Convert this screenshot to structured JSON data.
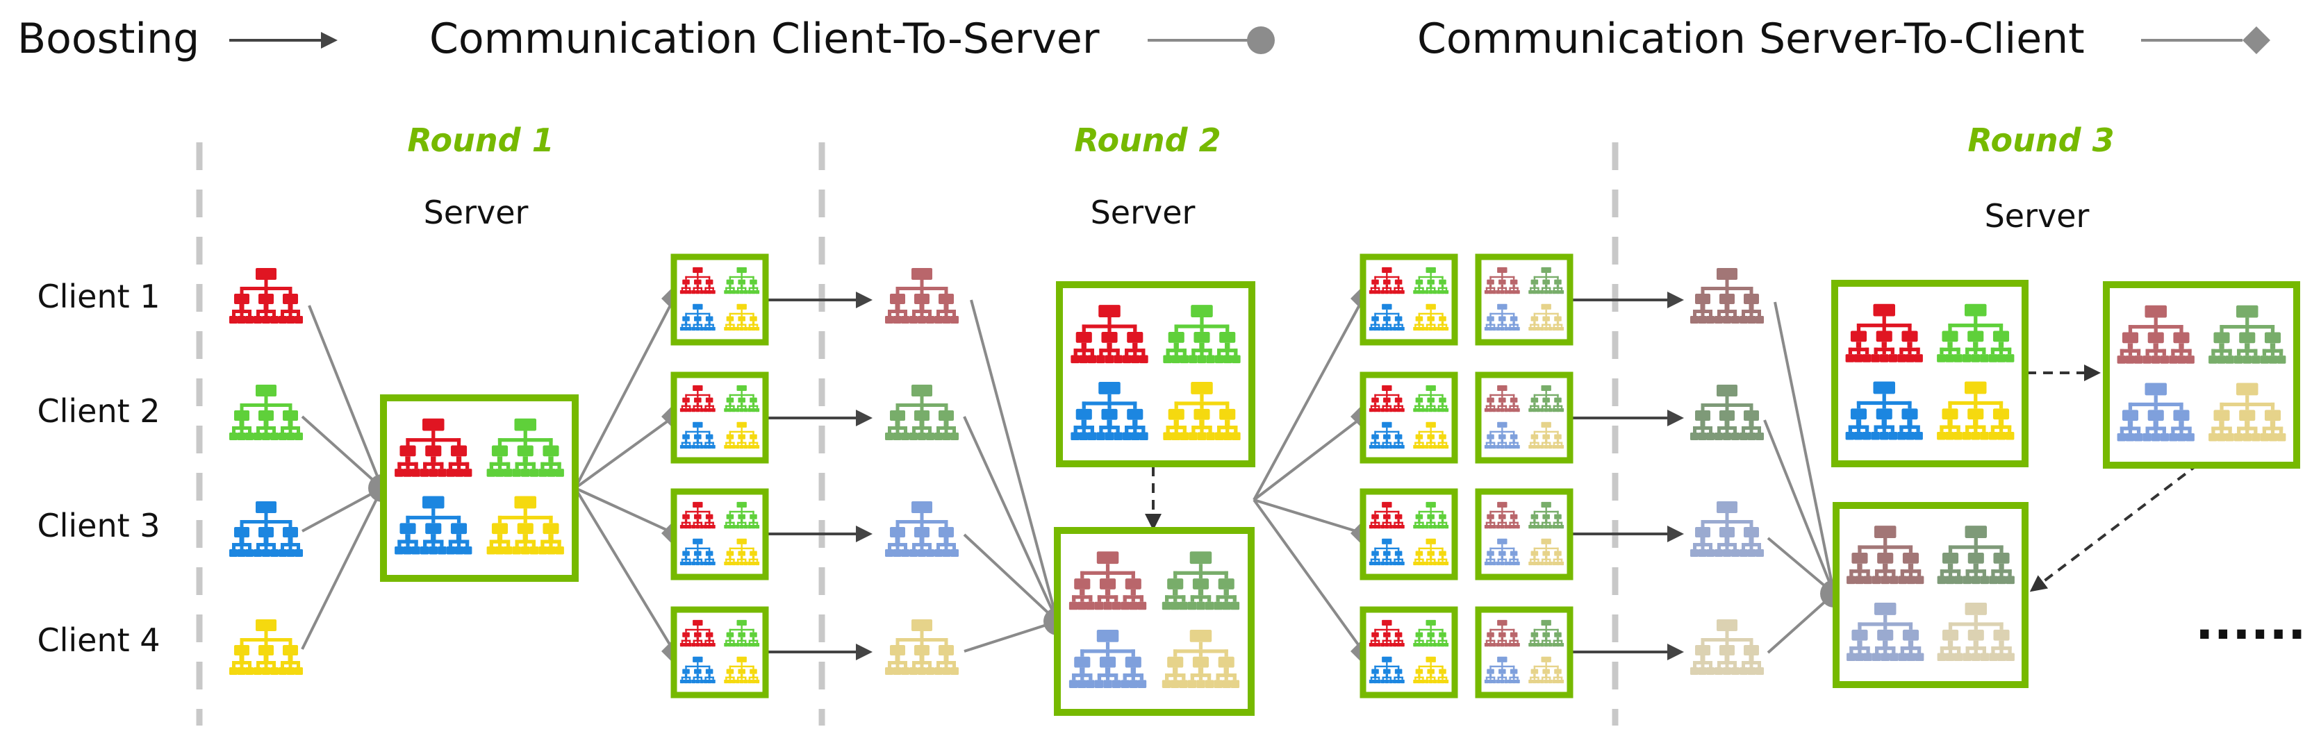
{
  "legend": {
    "boosting": "Boosting",
    "client_to_server": "Communication Client-To-Server",
    "server_to_client": "Communication Server-To-Client"
  },
  "rounds": [
    "Round 1",
    "Round 2",
    "Round 3"
  ],
  "server_label": "Server",
  "clients": [
    "Client 1",
    "Client 2",
    "Client 3",
    "Client 4"
  ],
  "ellipsis": "......",
  "colors": {
    "accent_green": "#76b900",
    "divider": "#c8c8c8",
    "arrow": "#444444",
    "line": "#8a8a8a",
    "node": "#8c8c8c",
    "trees_round1": [
      "#e01522",
      "#5fd03a",
      "#1c86e0",
      "#f5d90f"
    ],
    "trees_faded": [
      "#b9666b",
      "#78ad6a",
      "#7fa0dc",
      "#e6d38a"
    ],
    "trees_round3": [
      "#a27676",
      "#7e9a78",
      "#9aaad0",
      "#dcd2b2"
    ]
  }
}
